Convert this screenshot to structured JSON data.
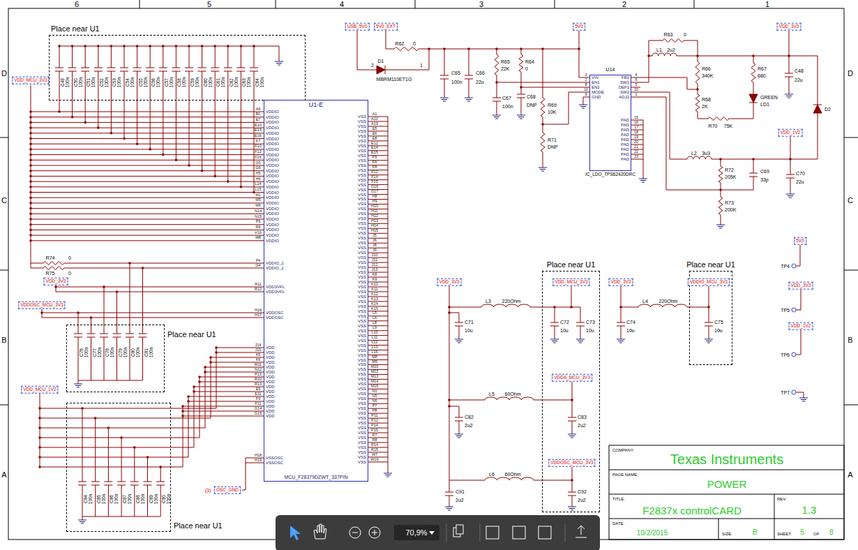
{
  "diagram": {
    "nodes": [
      {
        "text": [
          "Place near U1"
        ]
      },
      {
        "text": [
          "U1-E",
          "MCU_F28379DZWT_337PIN"
        ]
      },
      {
        "text": [
          "Place near U1"
        ]
      },
      {
        "text": [
          "Place near U1"
        ]
      },
      {
        "text": [
          "U14",
          "IC_LDO_TPS62420DRC"
        ]
      },
      {
        "text": [
          "Place near U1"
        ]
      },
      {
        "text": [
          "Place near U1"
        ]
      }
    ],
    "labels": [
      "6",
      "5",
      "4",
      "3",
      "2",
      "1",
      "D",
      "C",
      "B",
      "A",
      "D",
      "C",
      "B",
      "A",
      "C49",
      "C50",
      "C51",
      "C52",
      "C53",
      "C54",
      "C55",
      "C56",
      "C57",
      "C58",
      "C59",
      "C60",
      "C61",
      "C62",
      "C63",
      "C64",
      "100n",
      "100n",
      "100n",
      "100n",
      "100n",
      "100n",
      "100n",
      "100n",
      "100n",
      "100n",
      "100n",
      "100n",
      "100n",
      "100n",
      "100n",
      "100n",
      "VDD_MCU_3V3",
      "A9",
      "B1",
      "E7",
      "E10",
      "E13",
      "E16",
      "F7",
      "F10",
      "F13",
      "F16",
      "G5",
      "G6",
      "H5",
      "H6",
      "L14",
      "L15",
      "M1",
      "M5",
      "M6",
      "N14",
      "N15",
      "P9",
      "R9",
      "V19",
      "W8",
      "VDDIO",
      "VDDIO",
      "VDDIO",
      "VDDIO",
      "VDDIO",
      "VDDIO",
      "VDDIO",
      "VDDIO",
      "VDDIO",
      "VDDIO",
      "VDDIO",
      "VDDIO",
      "VDDIO",
      "VDDIO",
      "VDDIO",
      "VDDIO",
      "VDDIO",
      "VDDIO",
      "VDDIO",
      "VDDIO",
      "VDDIO",
      "VDDIO",
      "VDDIO",
      "VDDIO",
      "VDDIO",
      "R74",
      "0",
      "R75",
      "0",
      "P4",
      "G4",
      "VDDIO_2",
      "VDDIO_2",
      "VDD_3V3",
      "R11",
      "R12",
      "VDD3VFL",
      "VDD3VFL",
      "VDDOSC_MCU_3V3",
      "H16",
      "H17",
      "VDDOSC",
      "VDDOSC",
      "C76",
      "C77",
      "C78",
      "C79",
      "C80",
      "C81",
      "100n",
      "100n",
      "100n",
      "100n",
      "100n",
      "100n",
      "VDD_MCU_1V2",
      "J14",
      "J15",
      "K5",
      "K6",
      "M11",
      "N12",
      "P13",
      "R10",
      "R13",
      "E9",
      "E11",
      "F9",
      "F11",
      "G14",
      "G15",
      "VDD",
      "VDD",
      "VDD",
      "VDD",
      "VDD",
      "VDD",
      "VDD",
      "VDD",
      "VDD",
      "VDD",
      "VDD",
      "VDD",
      "VDD",
      "VDD",
      "VDD",
      "C84",
      "C85",
      "C86",
      "C87",
      "C88",
      "C89",
      "C90",
      "100n",
      "100n",
      "100n",
      "100n",
      "100n",
      "100n",
      "100n",
      "H18",
      "H19",
      "VSSOSC",
      "VSSOSC",
      "(3)",
      "OSC_GND",
      "A1",
      "A10",
      "A19",
      "E5",
      "E6",
      "E8",
      "E12",
      "E14",
      "E15",
      "F5",
      "F6",
      "F8",
      "F12",
      "F14",
      "F15",
      "G16",
      "G17",
      "H8",
      "H9",
      "H10",
      "H11",
      "H12",
      "H13",
      "H14",
      "H15",
      "J5",
      "J6",
      "J8",
      "J9",
      "J10",
      "J11",
      "J12",
      "J13",
      "K8",
      "K9",
      "K10",
      "K11",
      "K12",
      "K13",
      "K14",
      "K15",
      "L5",
      "L6",
      "L8",
      "L9",
      "L10",
      "L11",
      "L12",
      "L13",
      "L16",
      "M8",
      "M9",
      "M10",
      "M12",
      "M13",
      "M14",
      "M15",
      "N1",
      "N5",
      "N6",
      "P7",
      "P8",
      "P11",
      "P12",
      "P14",
      "P15",
      "R7",
      "R8",
      "R14",
      "R15",
      "W7",
      "W19",
      "VSS",
      "VSS",
      "VSS",
      "VSS",
      "VSS",
      "VSS",
      "VSS",
      "VSS",
      "VSS",
      "VSS",
      "VSS",
      "VSS",
      "VSS",
      "VSS",
      "VSS",
      "VSS",
      "VSS",
      "VSS",
      "VSS",
      "VSS",
      "VSS",
      "VSS",
      "VSS",
      "VSS",
      "VSS",
      "VSS",
      "VSS",
      "VSS",
      "VSS",
      "VSS",
      "VSS",
      "VSS",
      "VSS",
      "VSS",
      "VSS",
      "VSS",
      "VSS",
      "VSS",
      "VSS",
      "VSS",
      "VSS",
      "VSS",
      "VSS",
      "VSS",
      "VSS",
      "VSS",
      "VSS",
      "VSS",
      "VSS",
      "VSS",
      "VSS",
      "VSS",
      "VSS",
      "VSS",
      "VSS",
      "VSS",
      "VSS",
      "VSS",
      "VSS",
      "VSS",
      "VSS",
      "VSS",
      "VSS",
      "VSS",
      "VSS",
      "VSS",
      "VSS",
      "VSS",
      "VSS",
      "VSS",
      "VSS",
      "VSS",
      "USB_5V0",
      "5V0_EXT",
      "5V0",
      "VDD_3V3",
      "R62",
      "0",
      "D1",
      "2",
      "1",
      "MBRM110ET1G",
      "C65",
      "100n",
      "C66",
      "22u",
      "R65",
      "22K",
      "R64",
      "0",
      "C67",
      "100n",
      "C68",
      "DNP",
      "R69",
      "10K",
      "R71",
      "DNP",
      "VIN",
      "EN1",
      "EN2",
      "MODE",
      "GND",
      "3",
      "2",
      "8",
      "11",
      "9",
      "FB1",
      "SW1",
      "DEF1",
      "SW2",
      "ADJ2",
      "4",
      "6",
      "5",
      "10",
      "1",
      "PAD",
      "PAD",
      "PAD",
      "PAD",
      "PAD",
      "PAD",
      "PAD",
      "PAD",
      "PAD",
      "15",
      "16",
      "17",
      "18",
      "19",
      "20",
      "21",
      "22",
      "23",
      "L1",
      "2u2",
      "R63",
      "0",
      "R66",
      "340K",
      "R68",
      "2K",
      "R70",
      "75K",
      "R67",
      "680",
      "GREEN",
      "LD1",
      "C48",
      "22u",
      "D2",
      "VDD_1V2",
      "L2",
      "3u3",
      "R72",
      "205K",
      "C69",
      "33p",
      "R73",
      "200K",
      "C70",
      "22u",
      "VDD_3V3",
      "VDD_MCU_3V3",
      "VDD_3V3",
      "VDDIO_MCU_3V3",
      "VDDA_MCU_3V3",
      "VDDOSC_MCU_3V3",
      "L3",
      "220Ohm",
      "L4",
      "220Ohm",
      "L5",
      "60Ohm",
      "L6",
      "60Ohm",
      "C71",
      "10u",
      "C72",
      "10u",
      "C73",
      "10u",
      "C74",
      "10u",
      "C75",
      "10u",
      "C82",
      "2u2",
      "C83",
      "2u2",
      "C91",
      "2u2",
      "C92",
      "2u2",
      "5V0",
      "VDD_3V3",
      "VDD_1V2",
      "TP4",
      "TP5",
      "TP6",
      "TP7",
      "COMPANY:",
      "PAGE NAME:",
      "TITLE:",
      "REV:",
      "DATE:",
      "SIZE:",
      "SHEET:",
      "OF",
      "Texas Instruments",
      "POWER",
      "F2837x controlCARD",
      "1.3",
      "10/2/2015",
      "B",
      "5",
      "8",
      "70,9%"
    ]
  }
}
